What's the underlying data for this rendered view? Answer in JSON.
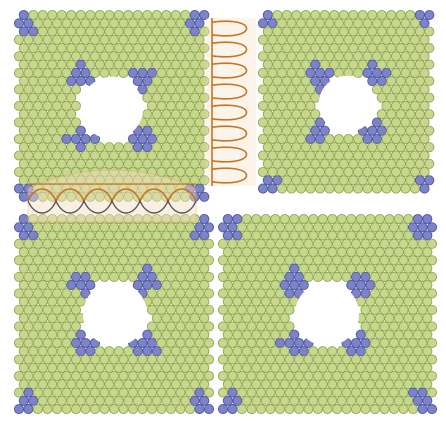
{
  "diagram": {
    "colors": {
      "background": "#ffffff",
      "lattice_fill": "#c8d78e",
      "lattice_stroke": "#8fa84f",
      "corner_fill": "#7c83c6",
      "corner_stroke": "#4f57a3",
      "linker_stroke": "#c8731f",
      "linker_fill": "#f3dfc2",
      "linker_border": "#e5b27a"
    },
    "tiles": [
      {
        "id": "top-left",
        "row": 0,
        "col": 0
      },
      {
        "id": "top-right",
        "row": 0,
        "col": 1
      },
      {
        "id": "bottom-left",
        "row": 1,
        "col": 0
      },
      {
        "id": "bottom-right",
        "row": 1,
        "col": 1
      }
    ],
    "linkers": [
      {
        "id": "vertical-linker",
        "orientation": "vertical",
        "loops": 8
      },
      {
        "id": "horizontal-linker",
        "orientation": "horizontal",
        "loops": 6
      }
    ]
  }
}
